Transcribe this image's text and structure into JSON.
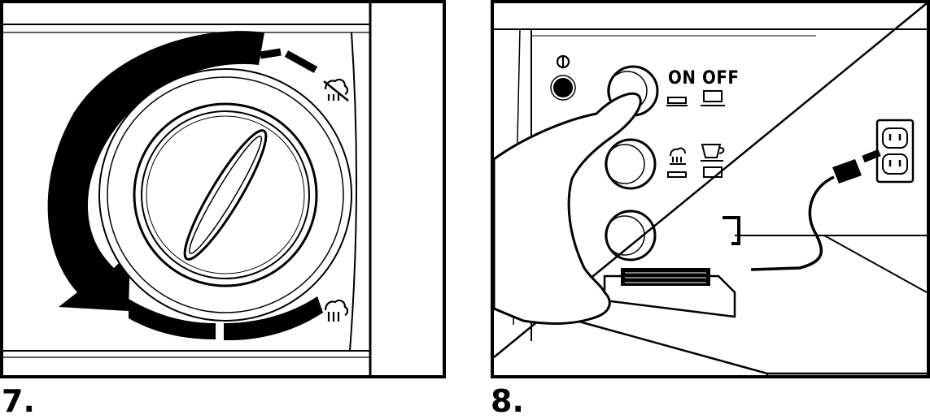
{
  "figures": [
    {
      "step": "7."
    },
    {
      "step": "8.",
      "labels": {
        "on": "ON",
        "off": "OFF"
      }
    }
  ]
}
